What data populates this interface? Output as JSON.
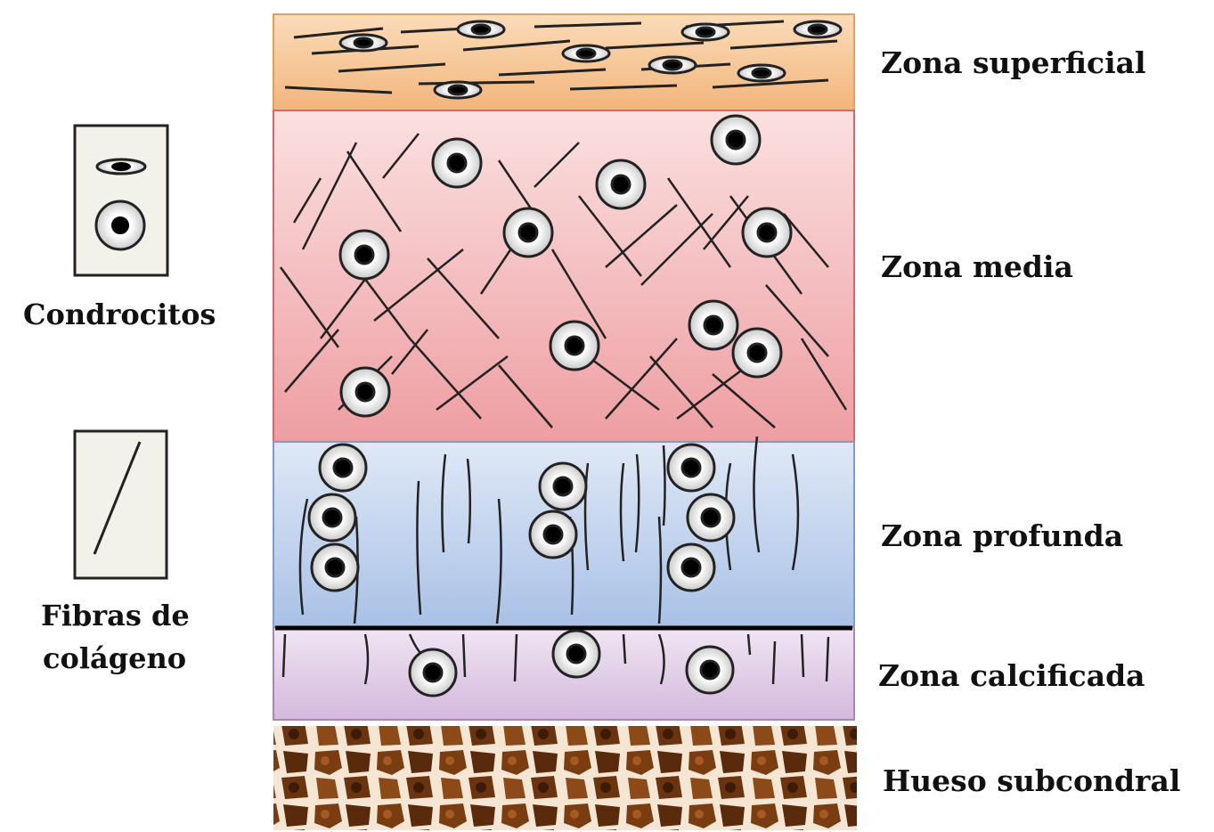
{
  "legend": {
    "chondrocytes_label": "Condrocitos",
    "fibers_label_line1": "Fibras de",
    "fibers_label_line2": "colágeno"
  },
  "zones": {
    "superficial": "Zona superficial",
    "middle": "Zona media",
    "deep": "Zona profunda",
    "calcified": "Zona calcificada",
    "bone": "Hueso subcondral"
  },
  "colors": {
    "superficial": "#f7c99a",
    "middle": "#f3b9bb",
    "deep": "#c5d6ee",
    "calcified": "#e4d1ea",
    "bone_dark": "#6b3410",
    "bone_light": "#f7eadb",
    "fiber": "#1a1a1a",
    "cell_outer": "#e8e8e8",
    "cell_nucleus": "#000000"
  }
}
